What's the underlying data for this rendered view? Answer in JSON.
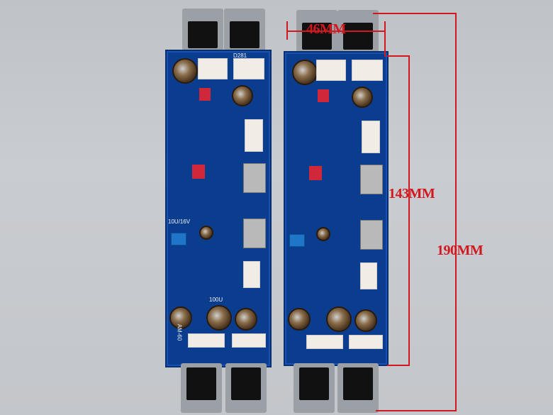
{
  "photo": {
    "dimensions": {
      "width_label": "46MM",
      "board_label": "143MM",
      "overall_label": "190MM"
    },
    "silkscreen": {
      "model": "AM-60",
      "cap_label": "100U",
      "diode_label": "D281",
      "marking": "10U/16V"
    },
    "colors": {
      "background": "#c3c6ca",
      "pcb": "#0b3d8f",
      "dimension": "#d2181f"
    }
  }
}
